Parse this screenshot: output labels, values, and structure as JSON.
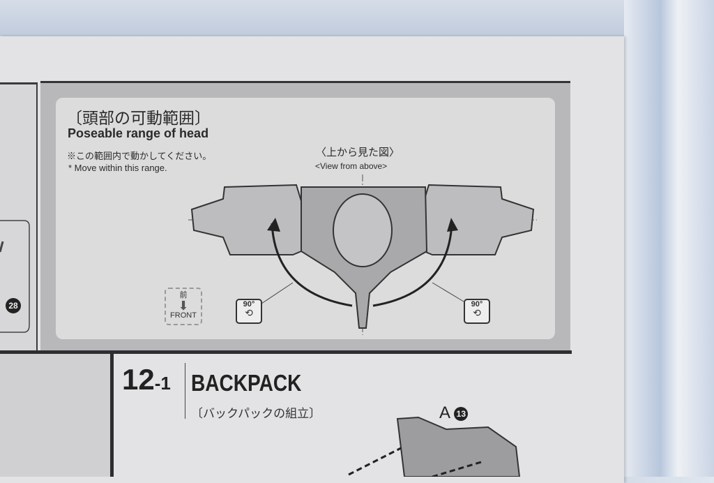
{
  "section": {
    "title_jp": "〔頭部の可動範囲〕",
    "title_en": "Poseable range of head",
    "note_jp": "※この範囲内で動かしてください。",
    "note_en": "* Move within this range.",
    "view_jp": "〈上から見た図〉",
    "view_en": "<View from above>",
    "front_jp": "前",
    "front_en": "FRONT",
    "rotation_left": "90°",
    "rotation_right": "90°"
  },
  "left_badge": "28",
  "step": {
    "number": "12",
    "sub": "-1",
    "title_en": "BACKPACK",
    "title_jp": "〔バックパックの組立〕",
    "part_letter": "A",
    "part_number": "13"
  }
}
